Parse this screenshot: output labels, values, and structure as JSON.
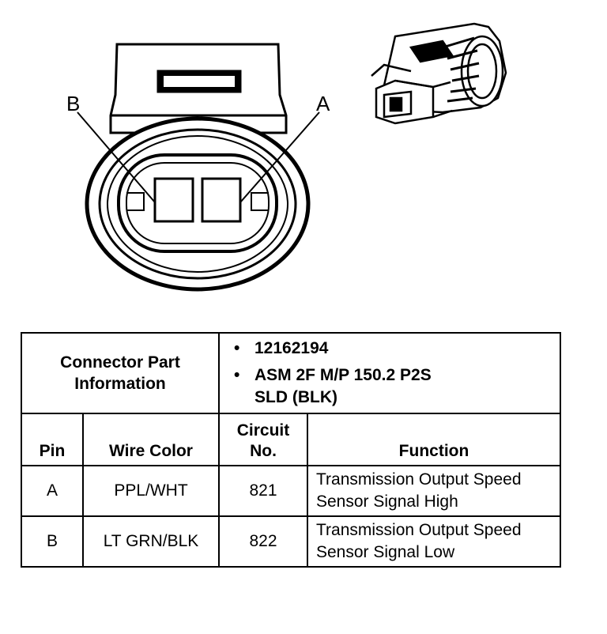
{
  "pin_labels": {
    "a": "A",
    "b": "B"
  },
  "icons": {
    "connector_front": "connector-front-view-icon",
    "connector_iso": "connector-isometric-view-icon"
  },
  "table": {
    "info_label": "Connector Part Information",
    "part_numbers": [
      "12162194",
      "ASM 2F M/P 150.2 P2S\nSLD (BLK)"
    ],
    "bullet": "•",
    "headers": {
      "pin": "Pin",
      "wire_color": "Wire Color",
      "circuit_no": "Circuit No.",
      "function": "Function"
    },
    "rows": [
      {
        "pin": "A",
        "wire_color": "PPL/WHT",
        "circuit": "821",
        "function": "Transmission Output Speed Sensor Signal High"
      },
      {
        "pin": "B",
        "wire_color": "LT GRN/BLK",
        "circuit": "822",
        "function": "Transmission Output Speed Sensor Signal Low"
      }
    ]
  }
}
